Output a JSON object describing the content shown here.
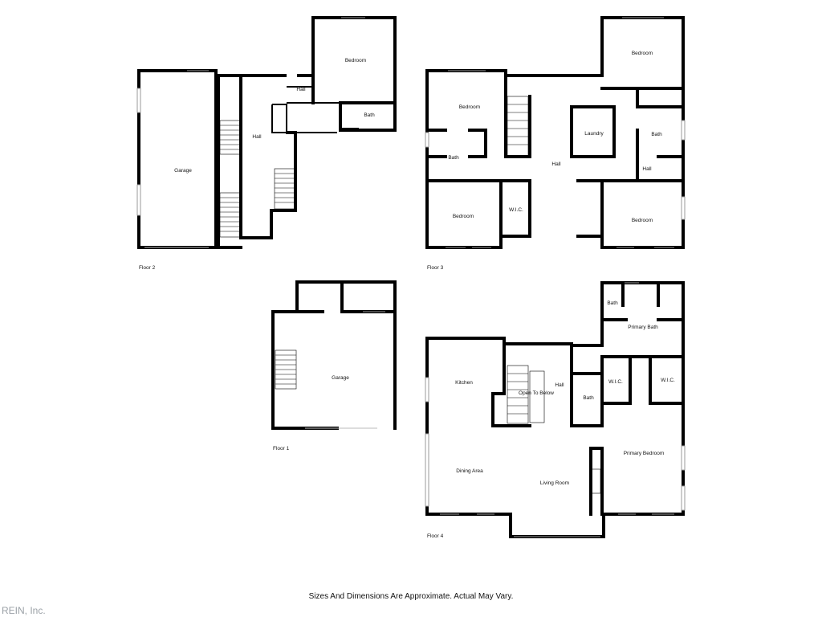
{
  "floors": [
    {
      "id": "floor2",
      "label": "Floor 2",
      "rooms": [
        "Bedroom",
        "Hall",
        "Bath",
        "Hall",
        "Garage"
      ]
    },
    {
      "id": "floor3",
      "label": "Floor 3",
      "rooms": [
        "Bedroom",
        "Bedroom",
        "Laundry",
        "Bath",
        "Bath",
        "Hall",
        "Hall",
        "Bedroom",
        "W.I.C.",
        "Bedroom"
      ]
    },
    {
      "id": "floor1",
      "label": "Floor 1",
      "rooms": [
        "Garage"
      ]
    },
    {
      "id": "floor4",
      "label": "Floor 4",
      "rooms": [
        "Bath",
        "Primary Bath",
        "Kitchen",
        "Open To Below",
        "Hall",
        "W.I.C.",
        "W.I.C.",
        "Bath",
        "Primary Bedroom",
        "Dining Area",
        "Living Room"
      ]
    }
  ],
  "disclaimer": "Sizes And Dimensions Are Approximate. Actual May Vary.",
  "watermark": "REIN, Inc."
}
